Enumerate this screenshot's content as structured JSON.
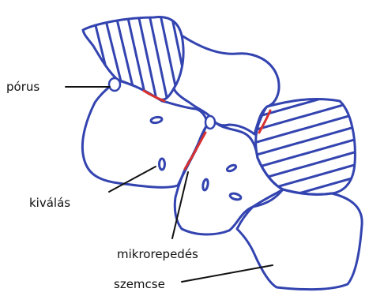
{
  "labels": {
    "pore": "pórus",
    "precipitate": "kiválás",
    "microcrack": "mikrorepedés",
    "grain": "szemcse"
  },
  "colors": {
    "grain_boundary": "#3344b0",
    "microcrack": "#d8312f",
    "text": "#111111",
    "leader": "#111111",
    "background": "#ffffff"
  }
}
